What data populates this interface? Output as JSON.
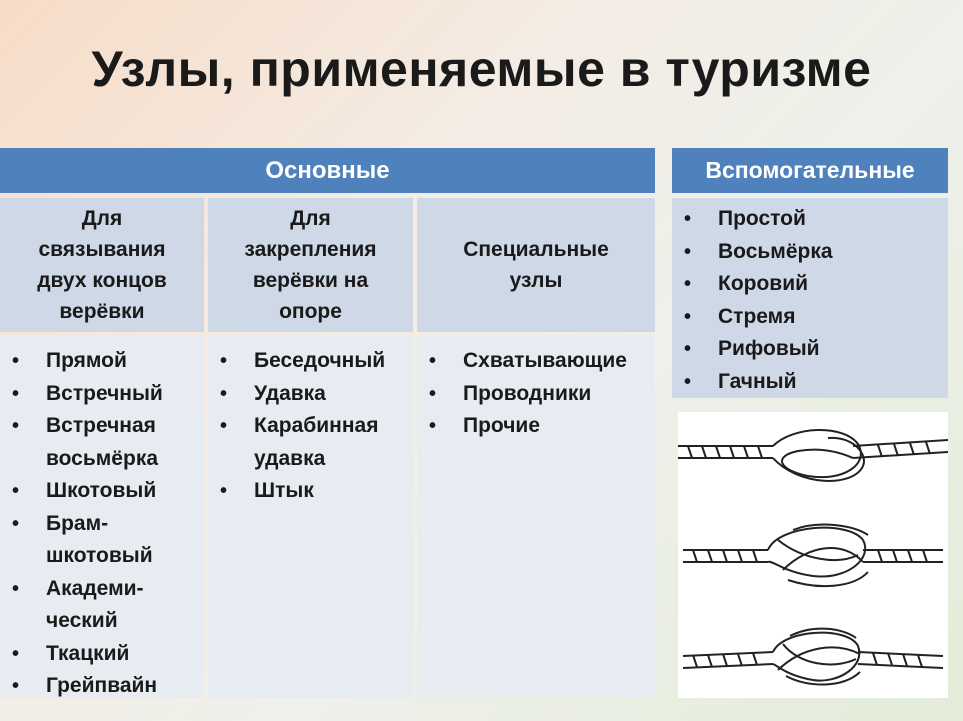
{
  "title": "Узлы, применяемые в туризме",
  "main": {
    "header": "Основные",
    "columns": [
      {
        "heading_lines": [
          "Для",
          "связывания",
          "двух концов",
          "верёвки"
        ],
        "items": [
          "Прямой",
          "Встречный",
          "Встречная",
          "восьмёрка",
          "Шкотовый",
          "Брам-",
          "шкотовый",
          "Академи-",
          "ческий",
          "Ткацкий",
          "Грейпвайн"
        ],
        "bullets": [
          1,
          1,
          1,
          0,
          1,
          1,
          0,
          1,
          0,
          1,
          1
        ]
      },
      {
        "heading_lines": [
          "Для",
          "закрепления",
          "верёвки на",
          "опоре"
        ],
        "items": [
          "Беседочный",
          "Удавка",
          "Карабинная",
          "удавка",
          "Штык"
        ],
        "bullets": [
          1,
          1,
          1,
          0,
          1
        ]
      },
      {
        "heading_lines": [
          "Специальные",
          "узлы"
        ],
        "items": [
          "Схватывающие",
          "Проводники",
          "Прочие"
        ],
        "bullets": [
          1,
          1,
          1
        ]
      }
    ]
  },
  "aux": {
    "header": "Вспомогательные",
    "items": [
      "Простой",
      "Восьмёрка",
      "Коровий",
      "Стремя",
      "Рифовый",
      "Гачный"
    ]
  },
  "knot_images": [
    "knot-figure-eight-loose-icon",
    "knot-figure-eight-tight-icon",
    "knot-double-overhand-icon"
  ],
  "colors": {
    "header_blue": "#4f81bd",
    "column_head": "#cfd8e6",
    "column_body": "#e7ebf2",
    "text": "#1a1a1a"
  }
}
